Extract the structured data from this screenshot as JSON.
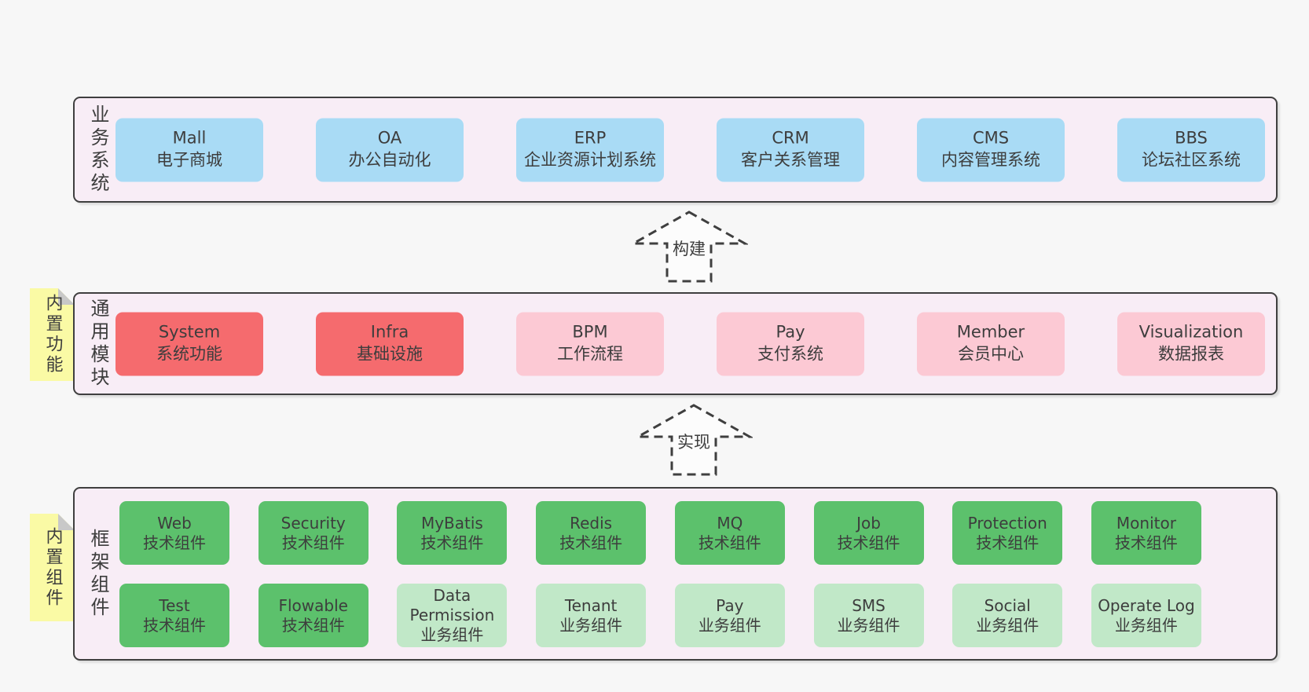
{
  "colors": {
    "page_bg": "#f7f7f7",
    "layer_bg": "#f8edf6",
    "border": "#3f3f3f",
    "text": "#3d3d3d",
    "blue": "#a9dbf5",
    "red": "#f56b6e",
    "pink": "#fcc9d4",
    "green": "#5cc16c",
    "light_green": "#c1e8c8",
    "sticky_yellow": "#fafaa5",
    "fold_gray": "#c8c8c8"
  },
  "layers": [
    {
      "label": "业务系统",
      "boxes": [
        {
          "name": "Mall",
          "desc": "电子商城"
        },
        {
          "name": "OA",
          "desc": "办公自动化"
        },
        {
          "name": "ERP",
          "desc": "企业资源计划系统"
        },
        {
          "name": "CRM",
          "desc": "客户关系管理"
        },
        {
          "name": "CMS",
          "desc": "内容管理系统"
        },
        {
          "name": "BBS",
          "desc": "论坛社区系统"
        }
      ]
    },
    {
      "label": "通用模块",
      "sticky": "内置功能",
      "boxes": [
        {
          "name": "System",
          "desc": "系统功能"
        },
        {
          "name": "Infra",
          "desc": "基础设施"
        },
        {
          "name": "BPM",
          "desc": "工作流程"
        },
        {
          "name": "Pay",
          "desc": "支付系统"
        },
        {
          "name": "Member",
          "desc": "会员中心"
        },
        {
          "name": "Visualization",
          "desc": "数据报表"
        }
      ]
    },
    {
      "label": "框架组件",
      "sticky": "内置组件",
      "rows": [
        [
          {
            "name": "Web",
            "desc": "技术组件"
          },
          {
            "name": "Security",
            "desc": "技术组件"
          },
          {
            "name": "MyBatis",
            "desc": "技术组件"
          },
          {
            "name": "Redis",
            "desc": "技术组件"
          },
          {
            "name": "MQ",
            "desc": "技术组件"
          },
          {
            "name": "Job",
            "desc": "技术组件"
          },
          {
            "name": "Protection",
            "desc": "技术组件"
          },
          {
            "name": "Monitor",
            "desc": "技术组件"
          }
        ],
        [
          {
            "name": "Test",
            "desc": "技术组件"
          },
          {
            "name": "Flowable",
            "desc": "技术组件"
          },
          {
            "name": "Data Permission",
            "desc": "业务组件"
          },
          {
            "name": "Tenant",
            "desc": "业务组件"
          },
          {
            "name": "Pay",
            "desc": "业务组件"
          },
          {
            "name": "SMS",
            "desc": "业务组件"
          },
          {
            "name": "Social",
            "desc": "业务组件"
          },
          {
            "name": "Operate Log",
            "desc": "业务组件"
          }
        ]
      ]
    }
  ],
  "arrows": [
    {
      "label": "构建"
    },
    {
      "label": "实现"
    }
  ]
}
